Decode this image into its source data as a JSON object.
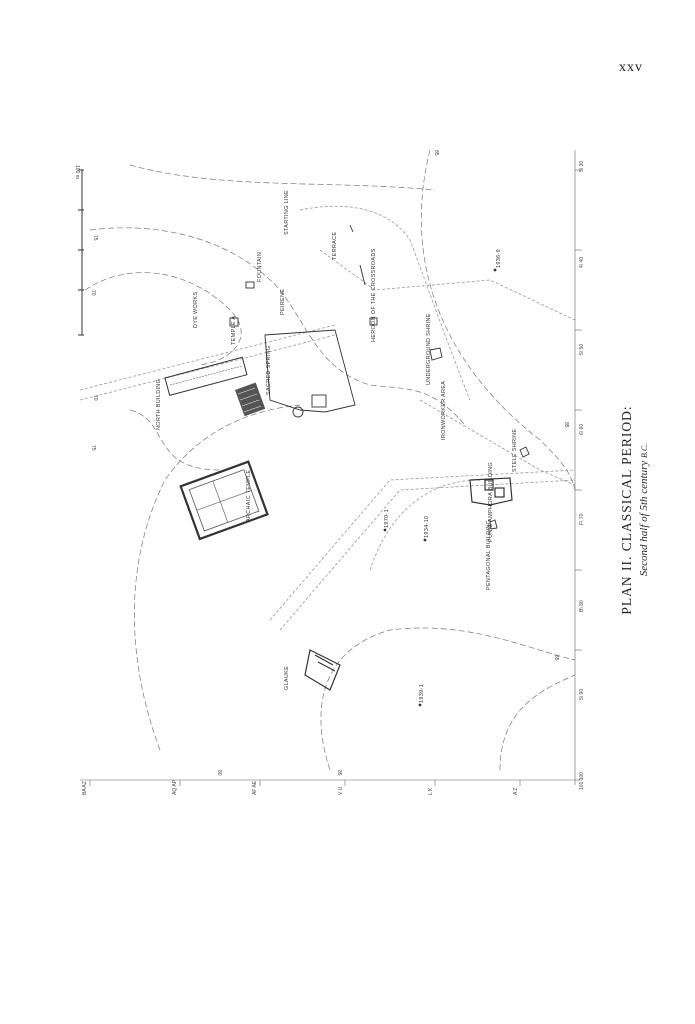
{
  "page": {
    "number": "xxv"
  },
  "caption": {
    "title": "PLAN II. CLASSICAL PERIOD:",
    "subtitle": "Second half of 5th century",
    "subtitle_suffix": "B.C."
  },
  "map": {
    "scale_label": "100 m",
    "grid_labels_bottom": [
      "5\\ 30",
      "4\\ 40",
      "5\\ 50",
      "6\\ 60",
      "F\\ 70",
      "B\\ 80",
      "5\\ 90",
      "101 100"
    ],
    "grid_labels_left": [
      "BA AZ",
      "AQ AP",
      "AF AE",
      "V U",
      "L K",
      "A Z"
    ],
    "contour_labels": [
      "75",
      "70",
      "70",
      "75",
      "80",
      "85",
      "85",
      "85",
      "85"
    ],
    "features": [
      "STARTING LINE",
      "TERRACE",
      "FOUNTAIN",
      "PEIRENE",
      "DYE WORKS",
      "TEMPLE A",
      "HEROON OF THE CROSSROADS",
      "NORTH BUILDING",
      "SACRED SPRING",
      "UNDERGROUND SHRINE",
      "IRONWORKER AREA",
      "STELE SHRINE",
      "ARCHAIC TEMPLE",
      "PUNIC AMPHORA BUILDING",
      "PENTAGONAL BUILDING",
      "GLAUKE"
    ],
    "wells": [
      "1936-9",
      "1970-1",
      "1934-10",
      "1939-1"
    ]
  }
}
